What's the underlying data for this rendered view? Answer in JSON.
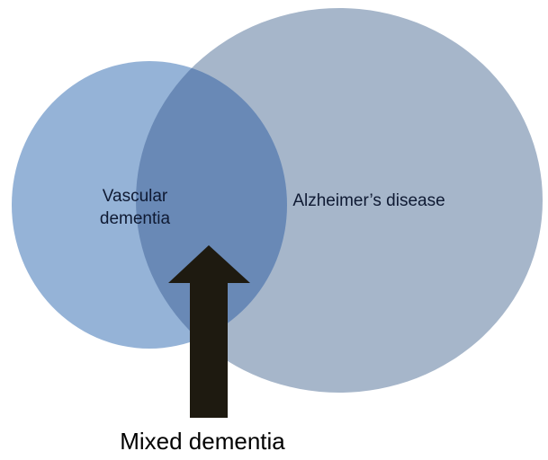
{
  "sets": [
    {
      "label": "Vascular dementia",
      "line1": "Vascular",
      "line2": "dementia",
      "color": "#95b3d7"
    },
    {
      "label": "Alzheimer’s disease",
      "color": "#a6b6ca"
    }
  ],
  "overlap": {
    "label": "Mixed dementia",
    "color": "#6989b6"
  },
  "arrow": {
    "color": "#1e1a10",
    "icon": "arrow-up-icon"
  }
}
